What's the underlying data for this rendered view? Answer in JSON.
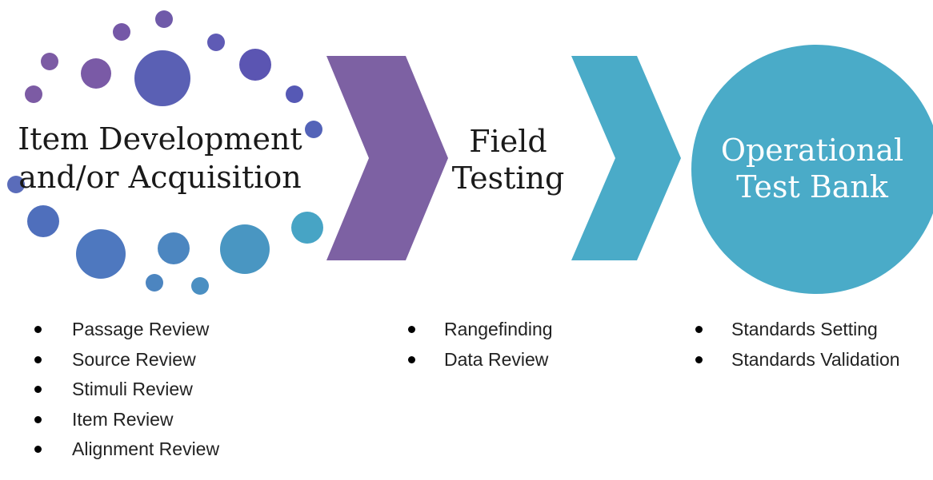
{
  "stages": [
    {
      "title_lines": [
        "Item Development",
        "and/or Acquisition"
      ]
    },
    {
      "title_lines": [
        "Field",
        "Testing"
      ]
    },
    {
      "title_lines": [
        "Operational",
        "Test Bank"
      ]
    }
  ],
  "lists": [
    {
      "items": [
        "Passage Review",
        "Source Review",
        "Stimuli Review",
        "Item Review",
        "Alignment Review"
      ]
    },
    {
      "items": [
        "Rangefinding",
        "Data Review"
      ]
    },
    {
      "items": [
        "Standards Setting",
        "Standards Validation"
      ]
    }
  ],
  "colors": {
    "chevron_1": "#7d61a3",
    "chevron_2": "#4aabc8",
    "operational_circle": "#4aabc8",
    "dot_purple": "#7c5ba4",
    "dot_indigo": "#5b58b4",
    "dot_blue": "#4e78bf",
    "dot_teal": "#47a4c5"
  }
}
